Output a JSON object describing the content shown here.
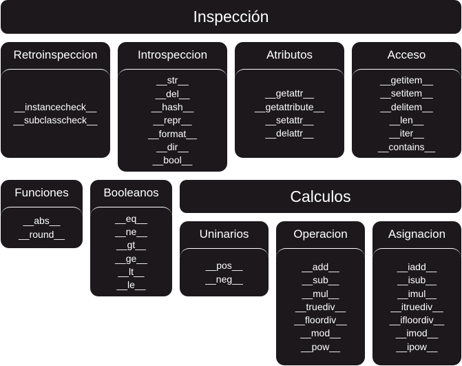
{
  "header": {
    "title": "Inspección"
  },
  "calc": {
    "title": "Calculos"
  },
  "retro": {
    "title": "Retroinspeccion",
    "items": [
      "__instancecheck__",
      "__subclasscheck__"
    ]
  },
  "intro": {
    "title": "Introspeccion",
    "items": [
      "__str__",
      "__del__",
      "__hash__",
      "__repr__",
      "__format__",
      "__dir__",
      "__bool__"
    ]
  },
  "atrib": {
    "title": "Atributos",
    "items": [
      "__getattr__",
      "__getattribute__",
      "__setattr__",
      "__delattr__"
    ]
  },
  "acceso": {
    "title": "Acceso",
    "items": [
      "__getitem__",
      "__setitem__",
      "__delitem__",
      "__len__",
      "__iter__",
      "__contains__"
    ]
  },
  "func": {
    "title": "Funciones",
    "items": [
      "__abs__",
      "__round__"
    ]
  },
  "bool": {
    "title": "Booleanos",
    "items": [
      "__eq__",
      "__ne__",
      "__gt__",
      "__ge__",
      "__lt__",
      "__le__"
    ]
  },
  "unin": {
    "title": "Uninarios",
    "items": [
      "__pos__",
      "__neg__"
    ]
  },
  "oper": {
    "title": "Operacion",
    "items": [
      "__add__",
      "__sub__",
      "__mul__",
      "__truediv__",
      "__floordiv__",
      "__mod__",
      "__pow__"
    ]
  },
  "asig": {
    "title": "Asignacion",
    "items": [
      "__iadd__",
      "__isub__",
      "__imul__",
      "__itruediv__",
      "__ifloordiv__",
      "__imod__",
      "__ipow__"
    ]
  }
}
